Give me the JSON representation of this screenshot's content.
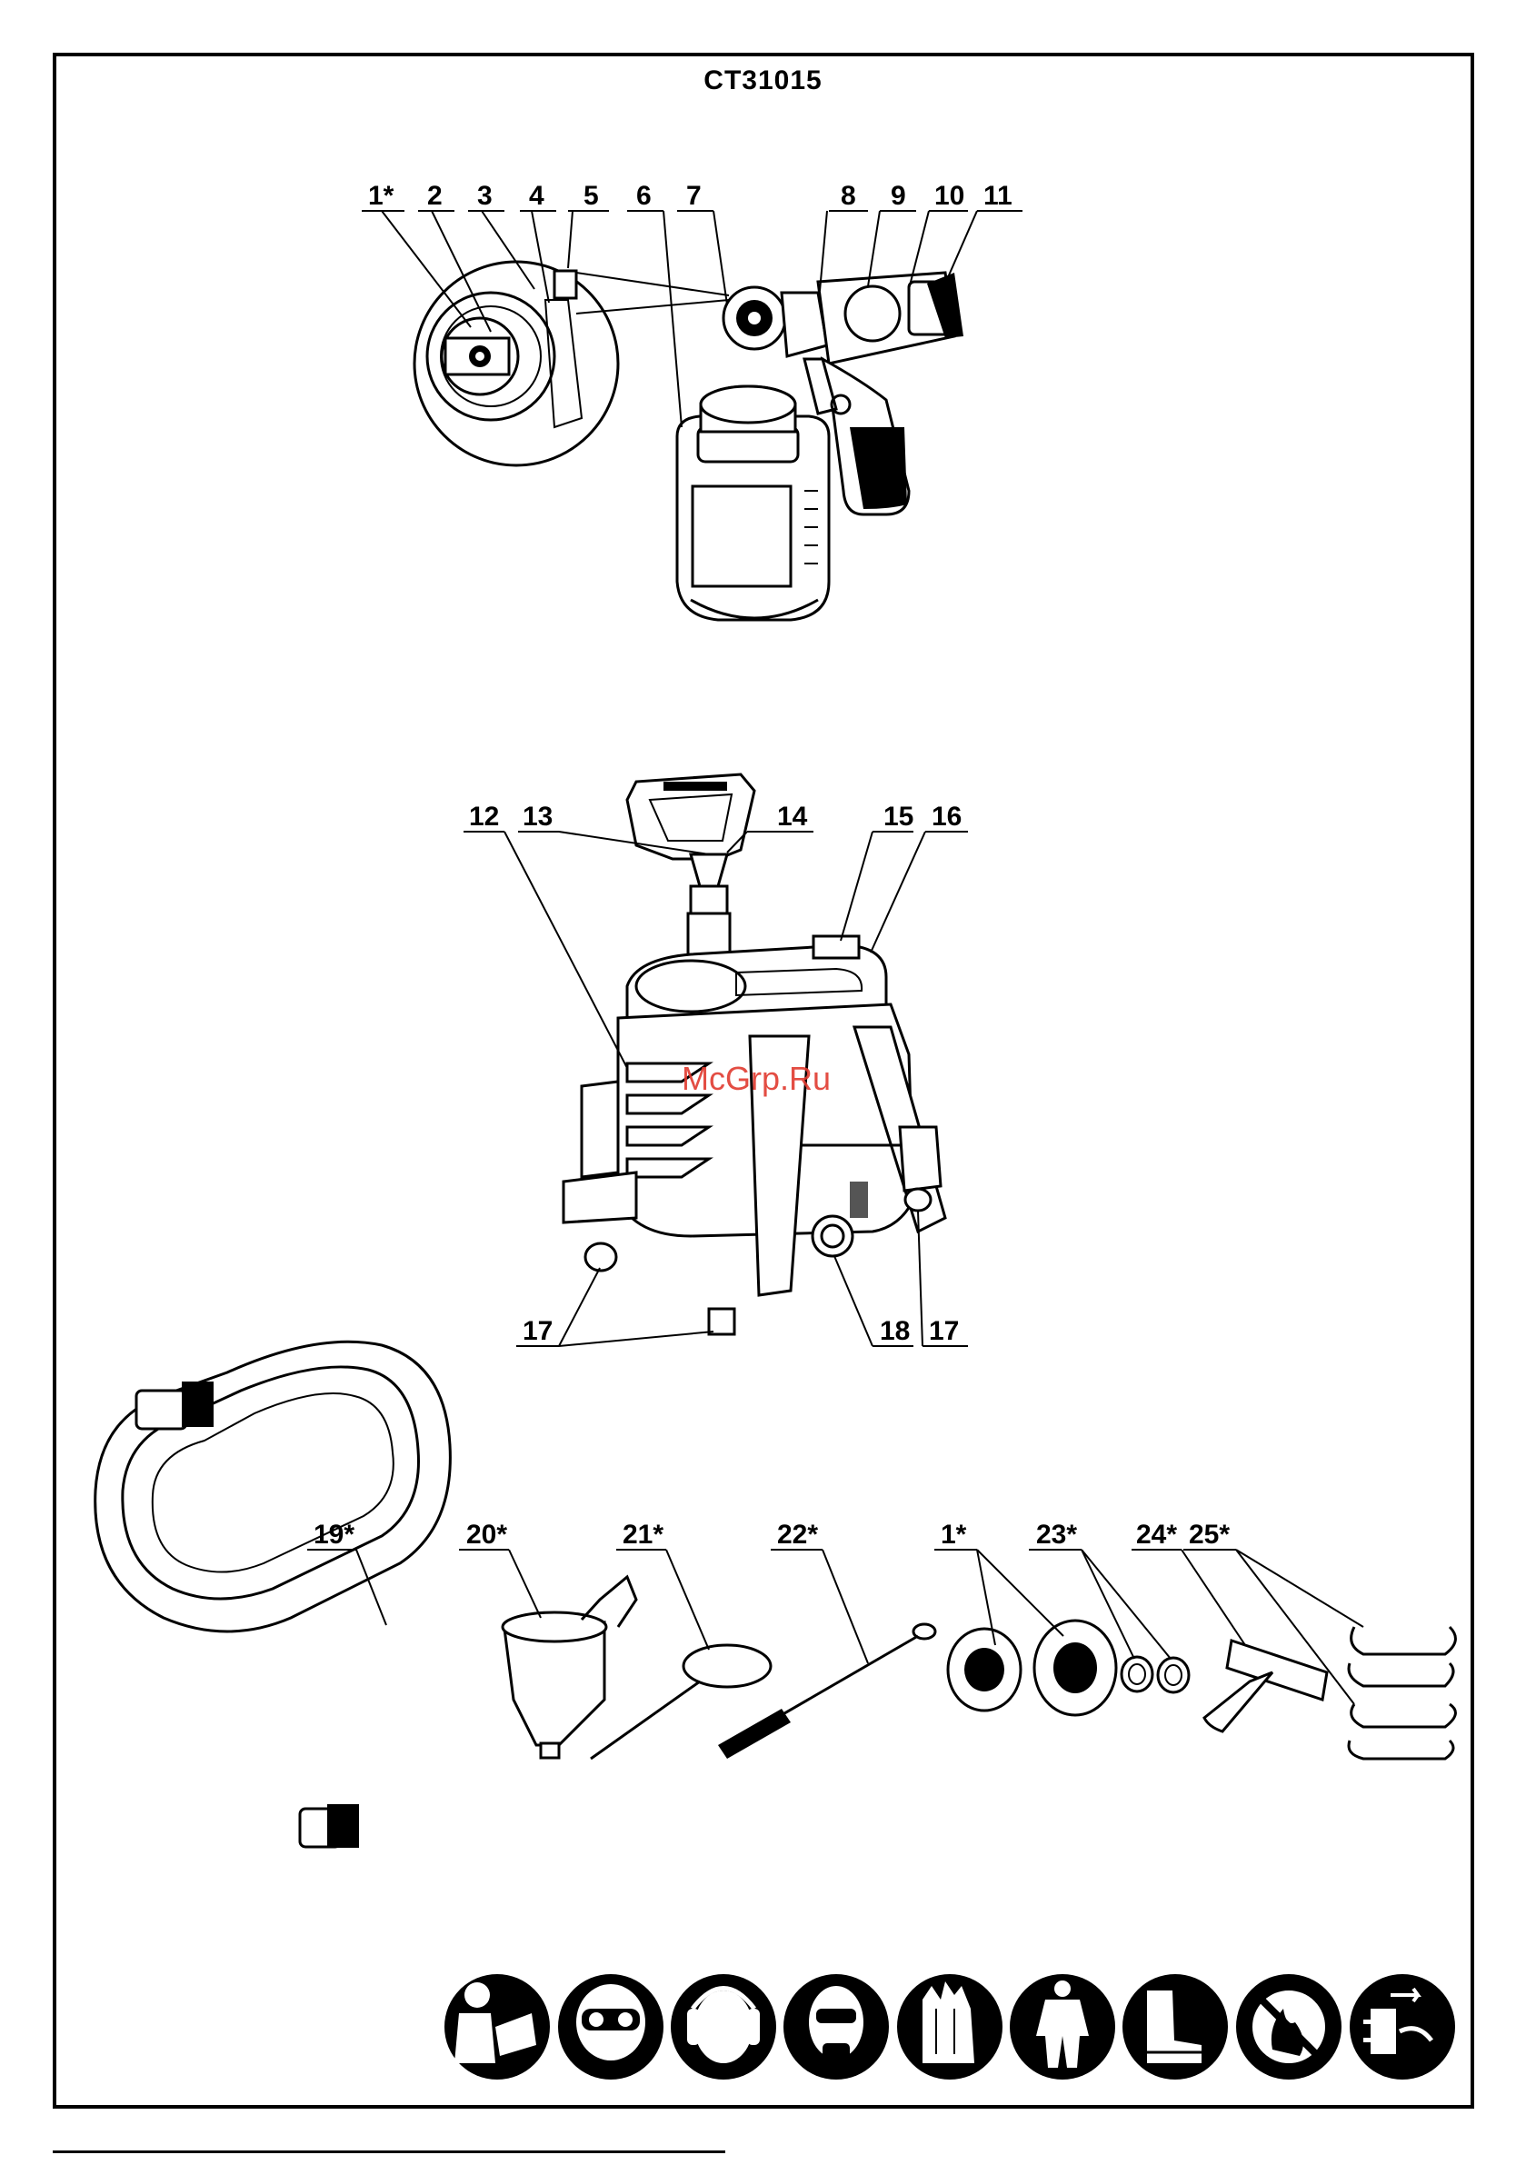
{
  "header": {
    "model": "CT31015"
  },
  "watermark": "McGrp.Ru",
  "callouts": {
    "c1": "1*",
    "c2": "2",
    "c3": "3",
    "c4": "4",
    "c5": "5",
    "c6": "6",
    "c7": "7",
    "c8": "8",
    "c9": "9",
    "c10": "10",
    "c11": "11",
    "c12": "12",
    "c13": "13",
    "c14": "14",
    "c15": "15",
    "c16": "16",
    "c17a": "17",
    "c17b": "17",
    "c18": "18",
    "c19": "19*",
    "c20": "20*",
    "c21": "21*",
    "c22": "22*",
    "c1b": "1*",
    "c23": "23*",
    "c24": "24*",
    "c25": "25*"
  },
  "icons": [
    "read-manual-icon",
    "safety-goggles-icon",
    "ear-protection-icon",
    "respirator-icon",
    "gloves-icon",
    "protective-suit-icon",
    "safety-boots-icon",
    "no-open-flame-icon",
    "unplug-before-service-icon"
  ]
}
